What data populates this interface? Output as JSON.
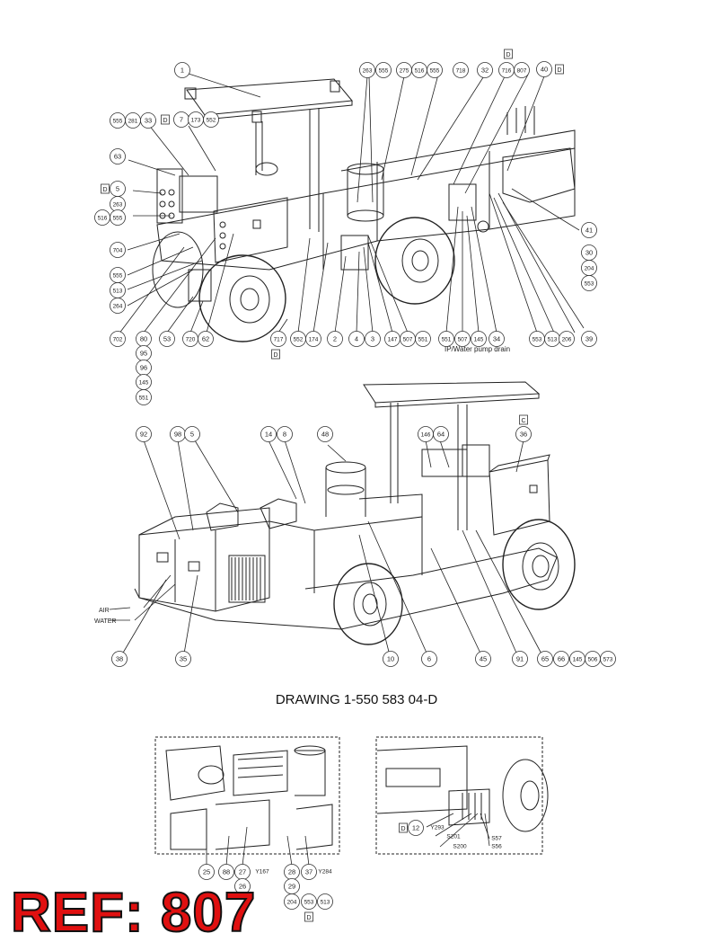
{
  "drawing": {
    "caption": "DRAWING 1-550 583 04-D",
    "ref_label": "REF: 807",
    "annotations": {
      "air": "AIR",
      "water": "WATER",
      "drain": "IP/Water pump drain"
    },
    "top_view_callouts": [
      "1",
      "263",
      "555",
      "275",
      "516",
      "555",
      "718",
      "32",
      "716",
      "807",
      "40",
      "555",
      "281",
      "33",
      "7",
      "173",
      "552",
      "63",
      "5",
      "263",
      "516",
      "555",
      "704",
      "555",
      "513",
      "264",
      "702",
      "80",
      "95",
      "96",
      "145",
      "551",
      "53",
      "720",
      "62",
      "717",
      "552",
      "174",
      "2",
      "4",
      "3",
      "147",
      "507",
      "551",
      "551",
      "507",
      "145",
      "34",
      "553",
      "513",
      "206",
      "39",
      "41",
      "30",
      "204",
      "553"
    ],
    "middle_view_callouts": [
      "92",
      "98",
      "5",
      "14",
      "8",
      "48",
      "146",
      "64",
      "36",
      "38",
      "35",
      "10",
      "6",
      "45",
      "91",
      "65",
      "66",
      "145",
      "506",
      "573"
    ],
    "bottom_left_callouts": [
      "25",
      "88",
      "27",
      "Y167",
      "28",
      "37",
      "Y284",
      "26",
      "29",
      "204",
      "553",
      "513"
    ],
    "bottom_right_callouts": [
      "12",
      "Y293",
      "S201",
      "S200",
      "S57",
      "S56"
    ],
    "d_marks": [
      "D",
      "D",
      "D",
      "D",
      "D",
      "D",
      "D"
    ],
    "c_mark": "C"
  }
}
